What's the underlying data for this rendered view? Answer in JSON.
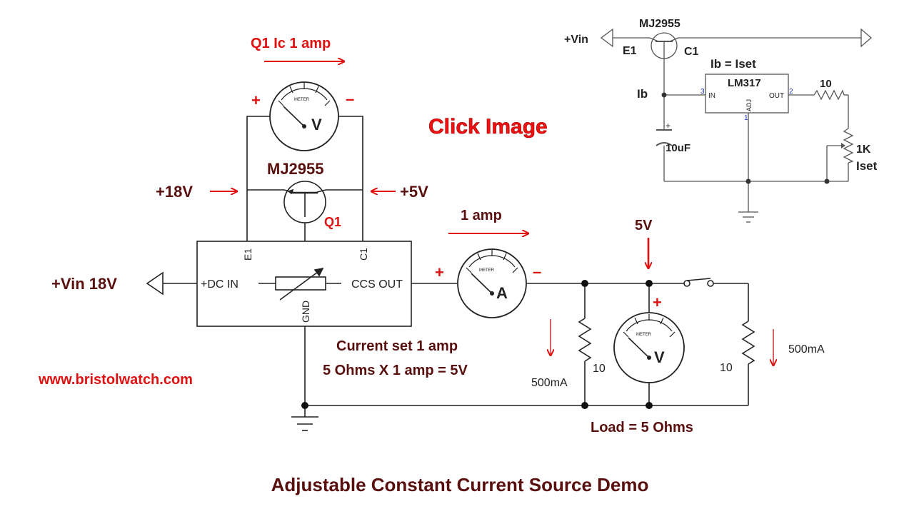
{
  "title": "Adjustable Constant Current Source Demo",
  "website": "www.bristolwatch.com",
  "click_image": "Click Image",
  "colors": {
    "wire": "#222222",
    "dark_label": "#5a0f0f",
    "red_label": "#e01010",
    "ccs_accent": "#dd1111"
  },
  "main_circuit": {
    "vin_label": "+Vin 18V",
    "plus18v": "+18V",
    "plus5v": "+5V",
    "q1_top_label": "Q1 Ic 1 amp",
    "transistor_name": "MJ2955",
    "transistor_ref": "Q1",
    "voltmeter_top": {
      "face": "METER",
      "symbol": "V",
      "plus": "+",
      "minus": "–"
    },
    "ccs_block": {
      "pin_e1": "E1",
      "pin_c1": "C1",
      "dc_in": "+DC IN",
      "ccs_out": "CCS OUT",
      "gnd": "GND"
    },
    "current_1amp": "1 amp",
    "ammeter": {
      "face": "METER",
      "symbol": "A",
      "plus": "+",
      "minus": "–"
    },
    "node_5v": "5V",
    "voltmeter_load": {
      "face": "METER",
      "symbol": "V",
      "plus": "+"
    },
    "resistor_left": "10",
    "resistor_right": "10",
    "current_left": "500mA",
    "current_right": "500mA",
    "load_label": "Load = 5 Ohms",
    "note_line1": "Current set 1 amp",
    "note_line2": "5 Ohms X 1 amp = 5V"
  },
  "inset_circuit": {
    "vin": "+Vin",
    "transistor_name": "MJ2955",
    "pin_e1": "E1",
    "pin_c1": "C1",
    "ib_eq": "Ib = Iset",
    "ib": "Ib",
    "regulator": "LM317",
    "reg_in": "IN",
    "reg_out": "OUT",
    "reg_adj": "ADJ",
    "pin3": "3",
    "pin2": "2",
    "pin1": "1",
    "cap_plus": "+",
    "cap_value": "10uF",
    "res_value": "10",
    "pot_value": "1K",
    "pot_label": "Iset"
  }
}
